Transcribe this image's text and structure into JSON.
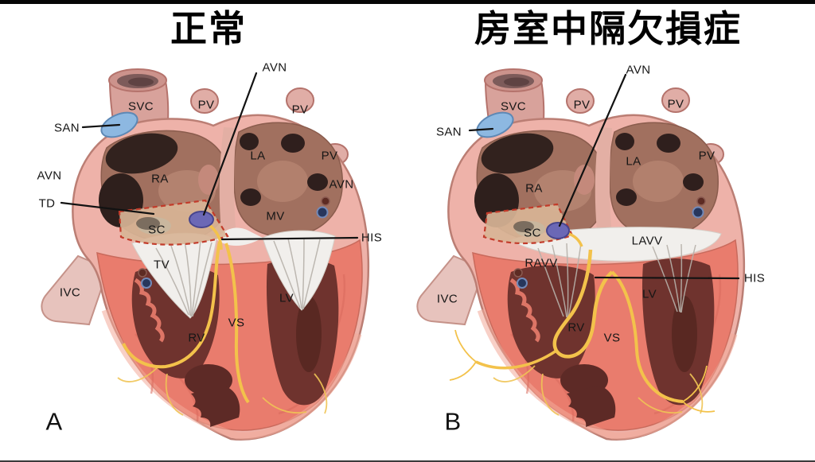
{
  "figure": {
    "description_left": "normal heart conduction anatomy",
    "description_right": "atrioventricular septal defect conduction anatomy",
    "background": "#ffffff",
    "top_bar_color": "#060606"
  },
  "colors": {
    "heart_pink": "#eeb2a9",
    "myocardium_red": "#e97c6d",
    "ventricle_cavity": "#6f332e",
    "atrium_brown": "#a1705f",
    "san_blue": "#8db8e1",
    "avn_purple": "#6b68b6",
    "conduction_yellow": "#f3c24b",
    "koch_triangle_red": "#c23b2a",
    "valve_white": "#f1efec",
    "label_color": "#161616"
  },
  "panels": [
    {
      "letter": "A",
      "title": "正常",
      "labels": {
        "avn_top": "AVN",
        "svc": "SVC",
        "pv_top": "PV",
        "san": "SAN",
        "pv_right_upper": "PV",
        "avn_left": "AVN",
        "ra": "RA",
        "la": "LA",
        "pv_right_lower": "PV",
        "avn_right": "AVN",
        "td": "TD",
        "mv": "MV",
        "sc": "SC",
        "his": "HIS",
        "tv": "TV",
        "ivc": "IVC",
        "lv": "LV",
        "vs": "VS",
        "rv": "RV"
      }
    },
    {
      "letter": "B",
      "title": "房室中隔欠損症",
      "labels": {
        "avn_top": "AVN",
        "svc": "SVC",
        "pv_top": "PV",
        "san": "SAN",
        "pv_right_upper": "PV",
        "ra": "RA",
        "la": "LA",
        "pv_right_lower": "PV",
        "sc": "SC",
        "lavv": "LAVV",
        "ravv": "RAVV",
        "his": "HIS",
        "ivc": "IVC",
        "lv": "LV",
        "rv": "RV",
        "vs": "VS"
      }
    }
  ]
}
